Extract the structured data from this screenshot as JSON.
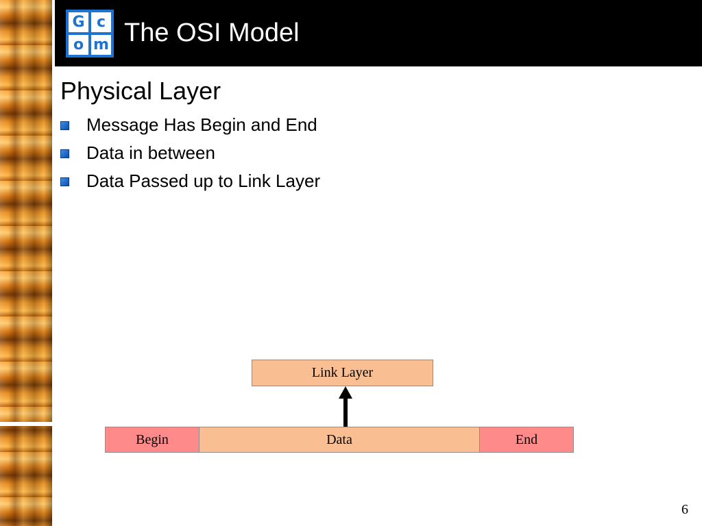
{
  "logo": {
    "letters": [
      "G",
      "c",
      "o",
      "m"
    ]
  },
  "slide": {
    "title": "The OSI Model",
    "page_number": "6"
  },
  "content": {
    "heading": "Physical Layer",
    "bullets": [
      "Message Has Begin and End",
      "Data in between",
      "Data Passed up to Link Layer"
    ]
  },
  "diagram": {
    "link_layer": "Link Layer",
    "begin": "Begin",
    "data": "Data",
    "end": "End"
  },
  "colors": {
    "title_bar": "#000000",
    "logo_blue": "#1e73d2",
    "bullet_blue": "#1e6fd0",
    "peach": "#f9bf92",
    "pink": "#ff8a8a",
    "strip_orange": "#e08a20"
  }
}
